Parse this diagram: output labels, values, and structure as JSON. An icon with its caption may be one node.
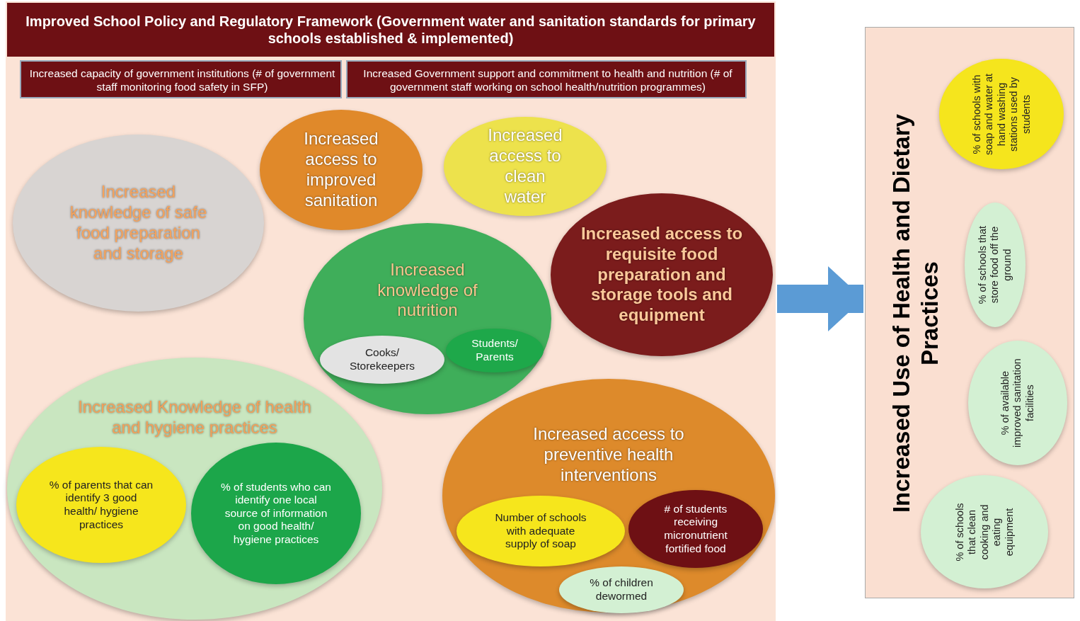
{
  "diagram": {
    "nodes": [
      {
        "text": [],
        "shape": "box"
      },
      {
        "text": [
          "Improved School Policy and Regulatory Framework (Government water and sanitation standards for primary schools established & implemented)"
        ],
        "in": 0
      },
      {
        "text": [
          "Increased capacity of government institutions (# of government staff monitoring food safety in SFP)"
        ],
        "in": 0
      },
      {
        "text": [
          "Increased Government support and commitment to health and nutrition (# of government staff working on school health/nutrition programmes)"
        ],
        "in": 0
      },
      {
        "text": [
          "Increased knowledge of safe food preparation and storage"
        ],
        "in": 0
      },
      {
        "text": [
          "Increased access to improved sanitation"
        ],
        "in": 0
      },
      {
        "text": [
          "Increased access to clean water"
        ],
        "in": 0
      },
      {
        "text": [
          "Increased knowledge of nutrition"
        ],
        "in": 0
      },
      {
        "text": [
          "Cooks/ Storekeepers"
        ],
        "in": 7
      },
      {
        "text": [
          "Students/ Parents"
        ],
        "in": 7
      },
      {
        "text": [
          "Increased access to requisite food preparation and storage tools and equipment"
        ],
        "in": 0
      },
      {
        "text": [
          "Increased Knowledge of health and hygiene practices"
        ],
        "in": 0
      },
      {
        "text": [
          "% of parents that can identify 3 good health/ hygiene practices"
        ],
        "in": 11
      },
      {
        "text": [
          "% of students who can identify one local source of information on good health/ hygiene practices"
        ],
        "in": 11
      },
      {
        "text": [
          "Increased access to preventive health interventions"
        ],
        "in": 0
      },
      {
        "text": [
          "Number of schools with adequate supply of soap"
        ],
        "in": 14
      },
      {
        "text": [
          "# of students receiving micronutrient fortified food"
        ],
        "in": 14
      },
      {
        "text": [
          "% of children dewormed"
        ],
        "in": 14
      },
      {
        "text": [
          "Increased Use of Health and Dietary Practices"
        ]
      },
      {
        "text": [
          "% of schools with soap and water at hand washing stations used by students"
        ],
        "in": 18
      },
      {
        "text": [
          "% of schools that store food off the ground"
        ],
        "in": 18
      },
      {
        "text": [
          "% of available improved sanitation facilities"
        ],
        "in": 18
      },
      {
        "text": [
          "% of schools that clean cooking and eating equipment"
        ],
        "in": 18
      }
    ],
    "edges": [
      {
        "from": 0,
        "to": 18,
        "arrow": "to"
      }
    ]
  }
}
